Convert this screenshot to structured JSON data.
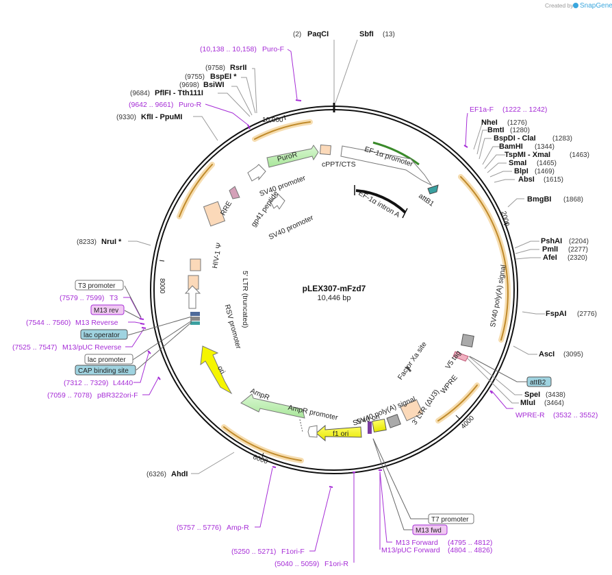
{
  "credit": {
    "created_by": "Created by",
    "brand": "SnapGene"
  },
  "plasmid": {
    "name": "pLEX307-mFzd7",
    "size": "10,446 bp"
  },
  "tick_labels": [
    "10,000",
    "2000",
    "4000",
    "6000",
    "8000"
  ],
  "enzymes": [
    {
      "pos": "(2)",
      "name": "PaqCI"
    },
    {
      "pos": "(13)",
      "name": "SbfI"
    },
    {
      "pos": "(9758)",
      "name": "RsrII"
    },
    {
      "pos": "(9755)",
      "name": "BspEI *"
    },
    {
      "pos": "(9698)",
      "name": "BsiWI"
    },
    {
      "pos": "(9684)",
      "name": "PflFI - Tth111I"
    },
    {
      "pos": "(9330)",
      "name": "KflI - PpuMI"
    },
    {
      "pos": "(1276)",
      "name": "NheI"
    },
    {
      "pos": "(1280)",
      "name": "BmtI"
    },
    {
      "pos": "(1283)",
      "name": "BspDI - ClaI"
    },
    {
      "pos": "(1344)",
      "name": "BamHI"
    },
    {
      "pos": "(1463)",
      "name": "TspMI - XmaI"
    },
    {
      "pos": "(1465)",
      "name": "SmaI"
    },
    {
      "pos": "(1469)",
      "name": "BlpI"
    },
    {
      "pos": "(1615)",
      "name": "AbsI"
    },
    {
      "pos": "(1868)",
      "name": "BmgBI"
    },
    {
      "pos": "(2204)",
      "name": "PshAI"
    },
    {
      "pos": "(2277)",
      "name": "PmlI"
    },
    {
      "pos": "(2320)",
      "name": "AfeI"
    },
    {
      "pos": "(2776)",
      "name": "FspAI"
    },
    {
      "pos": "(3095)",
      "name": "AscI"
    },
    {
      "pos": "(3438)",
      "name": "SpeI"
    },
    {
      "pos": "(3464)",
      "name": "MluI"
    },
    {
      "pos": "(8233)",
      "name": "NruI *"
    },
    {
      "pos": "(6326)",
      "name": "AhdI"
    }
  ],
  "primers": [
    {
      "range": "(10,138 .. 10,158)",
      "name": "Puro-F"
    },
    {
      "range": "(9642 .. 9661)",
      "name": "Puro-R"
    },
    {
      "range": "(1222 .. 1242)",
      "name": "EF1a-F"
    },
    {
      "range": "(3532 .. 3552)",
      "name": "WPRE-R"
    },
    {
      "range": "(7579 .. 7599)",
      "name": "T3"
    },
    {
      "range": "(7544 .. 7560)",
      "name": "M13 Reverse"
    },
    {
      "range": "(7525 .. 7547)",
      "name": "M13/pUC Reverse"
    },
    {
      "range": "(7312 .. 7329)",
      "name": "L4440"
    },
    {
      "range": "(7059 .. 7078)",
      "name": "pBR322ori-F"
    },
    {
      "range": "(5757 .. 5776)",
      "name": "Amp-R"
    },
    {
      "range": "(5250 .. 5271)",
      "name": "F1ori-F"
    },
    {
      "range": "(5040 .. 5059)",
      "name": "F1ori-R"
    },
    {
      "range": "(4795 .. 4812)",
      "name": "M13 Forward"
    },
    {
      "range": "(4804 .. 4826)",
      "name": "M13/pUC Forward"
    }
  ],
  "boxed_labels": [
    "T3 promoter",
    "M13 rev",
    "lac operator",
    "lac promoter",
    "CAP binding site",
    "attB2",
    "T7 promoter",
    "M13 fwd"
  ],
  "features": [
    "PuroR",
    "cPPT/CTS",
    "EF-1α promoter",
    "SV40 promoter",
    "attB1",
    "EF-1α intron A",
    "RRE",
    "gp41 peptide",
    "SV40 promoter",
    "HIV-1 Ψ",
    "5' LTR (truncated)",
    "RSV promoter",
    "SV40 poly(A) signal",
    "V5 tag",
    "Factor Xa site",
    "WPRE",
    "3' LTR (ΔU3)",
    "SV40 poly(A) signal",
    "SV40 ori",
    "f1 ori",
    "AmpR promoter",
    "AmpR",
    "ori"
  ]
}
